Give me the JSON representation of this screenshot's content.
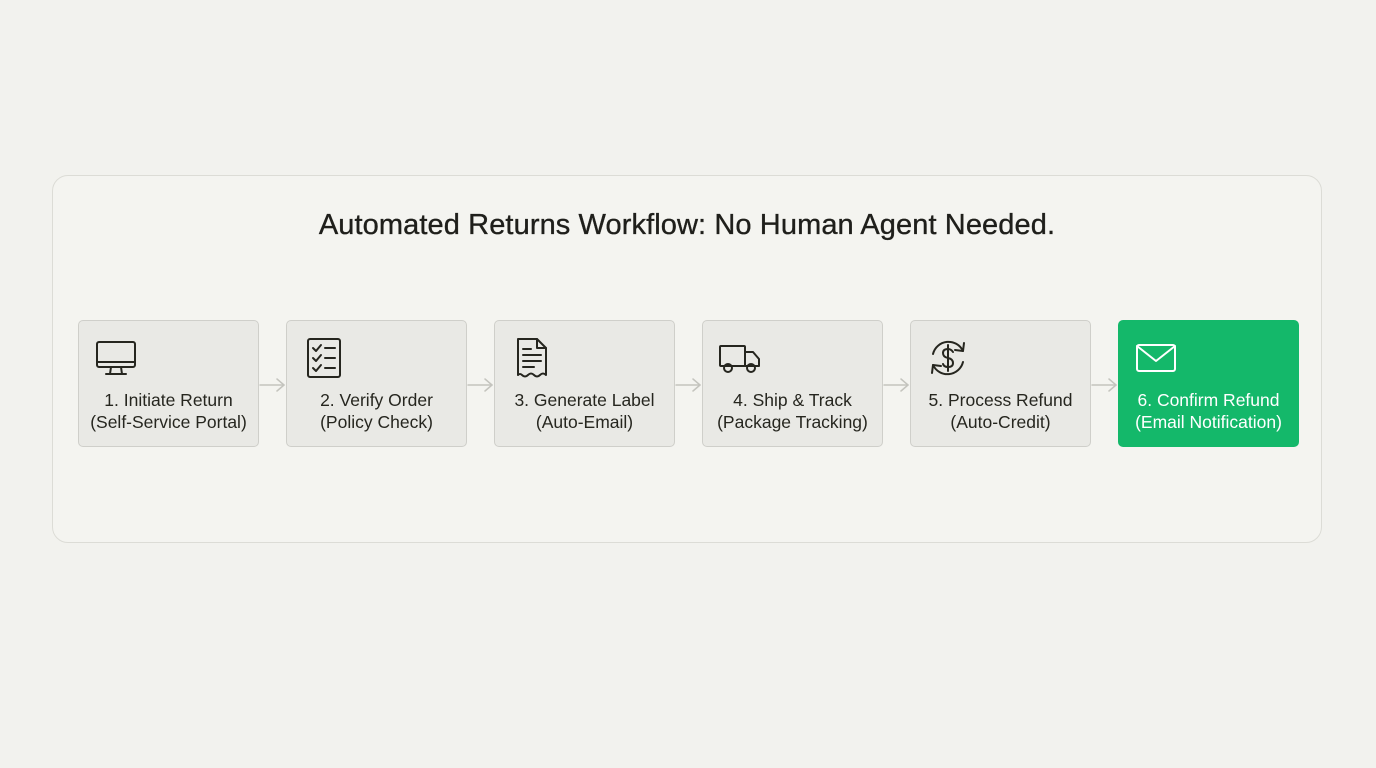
{
  "diagram": {
    "title": "Automated Returns Workflow: No Human Agent Needed.",
    "steps": [
      {
        "title": "1. Initiate Return",
        "subtitle": "(Self-Service Portal)",
        "icon": "monitor-icon"
      },
      {
        "title": "2. Verify Order",
        "subtitle": "(Policy Check)",
        "icon": "checklist-icon"
      },
      {
        "title": "3. Generate Label",
        "subtitle": "(Auto-Email)",
        "icon": "document-icon"
      },
      {
        "title": "4. Ship & Track",
        "subtitle": "(Package Tracking)",
        "icon": "truck-icon"
      },
      {
        "title": "5. Process Refund",
        "subtitle": "(Auto-Credit)",
        "icon": "refund-icon"
      },
      {
        "title": "6. Confirm Refund",
        "subtitle": "(Email Notification)",
        "icon": "envelope-icon"
      }
    ],
    "colors": {
      "background": "#f2f2ee",
      "step_background": "#e9e9e5",
      "step_border": "#cfcfca",
      "active_step": "#14b86a",
      "arrow": "#c4c4be"
    }
  }
}
